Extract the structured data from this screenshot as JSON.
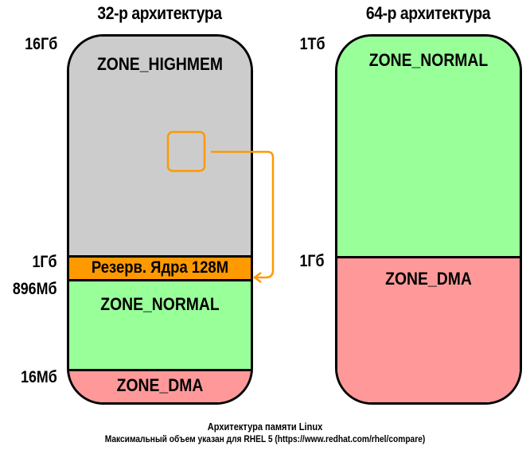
{
  "left": {
    "title": "32-р архитектура",
    "labels": {
      "top": "16Гб",
      "kernel": "1Гб",
      "normal": "896Мб",
      "dma": "16Мб"
    },
    "zones": {
      "highmem": {
        "name": "ZONE_HIGHMEM",
        "color": "#cccccc"
      },
      "reserved": {
        "name": "Резерв. Ядра 128М",
        "color": "#ff9900"
      },
      "normal": {
        "name": "ZONE_NORMAL",
        "color": "#99ff99"
      },
      "dma": {
        "name": "ZONE_DMA",
        "color": "#ff9999"
      }
    }
  },
  "right": {
    "title": "64-р архитектура",
    "labels": {
      "top": "1Тб",
      "dma": "1Гб"
    },
    "zones": {
      "normal": {
        "name": "ZONE_NORMAL",
        "color": "#99ff99"
      },
      "dma": {
        "name": "ZONE_DMA",
        "color": "#ff9999"
      }
    }
  },
  "arrow_color": "#ff9900",
  "caption": {
    "title": "Архитектура памяти Linux",
    "note": "Максимальный объем указан для RHEL 5 (https://www.redhat.com/rhel/compare)"
  }
}
